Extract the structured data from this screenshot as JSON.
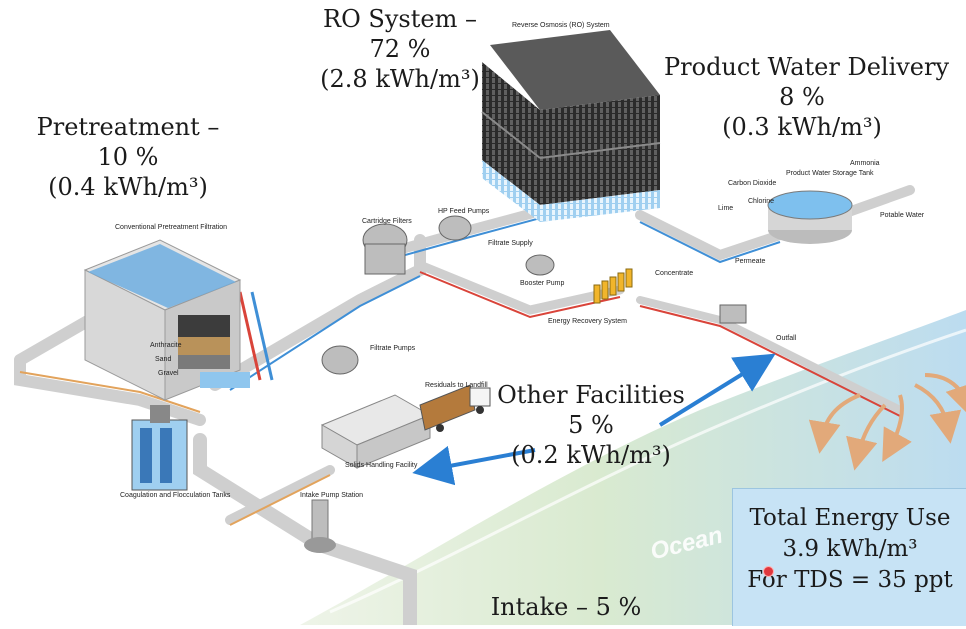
{
  "colors": {
    "ocean_green": "#d9ead0",
    "ocean_blue": "#bcdcf0",
    "pipe": "#d7d7d7",
    "pipe_blue_stripe": "#3f8fd6",
    "pipe_red_stripe": "#d9443a",
    "pipe_orange_stripe": "#e2a35c",
    "arrow_blue": "#2a7fd3",
    "discharge_arrows": "#e2a97a",
    "box_fill": "#c7e3f5"
  },
  "labels": {
    "ro": {
      "line1": "RO System –",
      "line2": "72 %",
      "line3": "(2.8 kWh/m³)"
    },
    "pretreatment": {
      "line1": "Pretreatment –",
      "line2": "10 %",
      "line3": "(0.4 kWh/m³)"
    },
    "product": {
      "line1": "Product Water Delivery",
      "line2": "8 %",
      "line3": "(0.3 kWh/m³)"
    },
    "other": {
      "line1": "Other Facilities",
      "line2": "5 %",
      "line3": "(0.2 kWh/m³)"
    },
    "intake": {
      "line1": "Intake – 5 %"
    },
    "total": {
      "line1": "Total Energy Use",
      "line2": "3.9 kWh/m³",
      "line3": "For TDS = 35 ppt"
    },
    "ocean": "Ocean"
  },
  "small_labels": {
    "ro_system": "Reverse Osmosis (RO) System",
    "conventional": "Conventional Pretreatment Filtration",
    "cartridge": "Cartridge Filters",
    "hp_feed": "HP Feed Pumps",
    "filtrate_supply": "Filtrate Supply",
    "booster": "Booster Pump",
    "energy_recovery": "Energy Recovery System",
    "product_tank": "Product Water Storage Tank",
    "potable": "Potable Water",
    "outfall": "Outfall",
    "solids": "Solids Handling Facility",
    "residuals": "Residuals to Landfill",
    "coagulation": "Coagulation and Flocculation Tanks",
    "intake_pump": "Intake Pump Station",
    "anthracite": "Anthracite",
    "sand": "Sand",
    "gravel": "Gravel",
    "filtrate_pumps": "Filtrate Pumps",
    "ammonia": "Ammonia",
    "lime": "Lime",
    "carbon_dioxide": "Carbon Dioxide",
    "chlorine": "Chlorine",
    "permeate": "Permeate",
    "concentrate": "Concentrate"
  }
}
